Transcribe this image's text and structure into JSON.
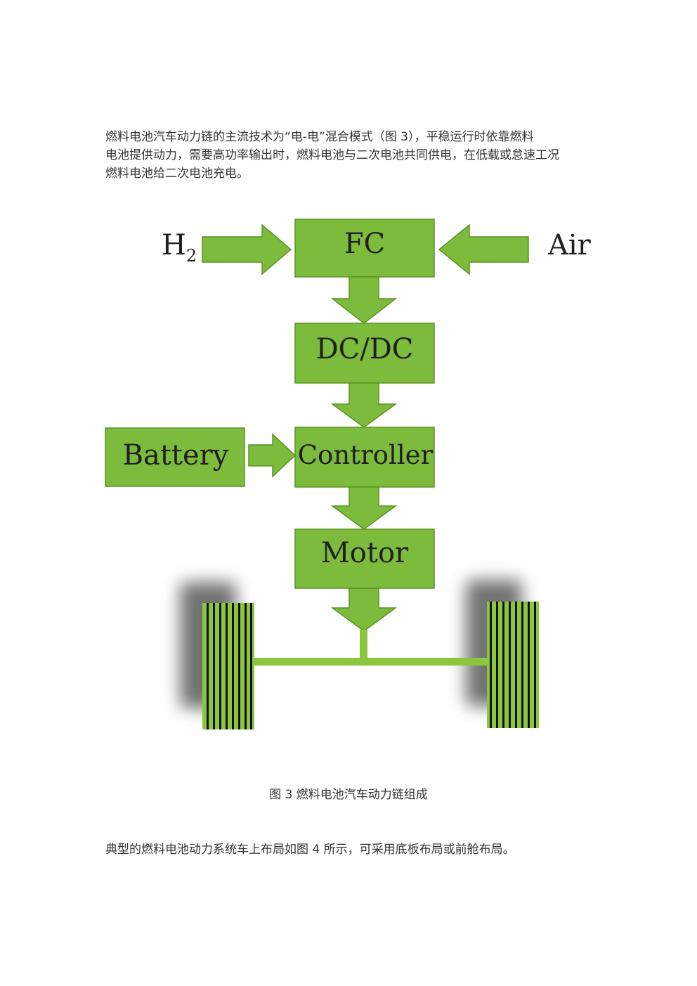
{
  "intro": {
    "lines": [
      "燃料电池汽车动力链的主流技术为“电-电”混合模式（图 3），平稳运行时依靠燃料",
      "电池提供动力，需要高功率输出时，燃料电池与二次电池共同供电，在低载或怠速工况",
      "燃料电池给二次电池充电。"
    ]
  },
  "diagram": {
    "h2_label": "H",
    "h2_subscript": "2",
    "air_label": "Air",
    "fc_label": "FC",
    "dcdc_label": "DC/DC",
    "battery_label": "Battery",
    "controller_label": "Controller",
    "motor_label": "Motor",
    "colors": {
      "block_fill": "#7cbb3b",
      "block_stroke": "#5a9424",
      "block_text": "#1f1f1f",
      "tire_fill": "#8cc63f",
      "tire_stripe": "#101010",
      "shadow": "#555555"
    }
  },
  "caption": "图 3 燃料电池汽车动力链组成",
  "outro": {
    "lines": [
      "典型的燃料电池动力系统车上布局如图 4 所示，可采用底板布局或前舱布局。"
    ]
  }
}
